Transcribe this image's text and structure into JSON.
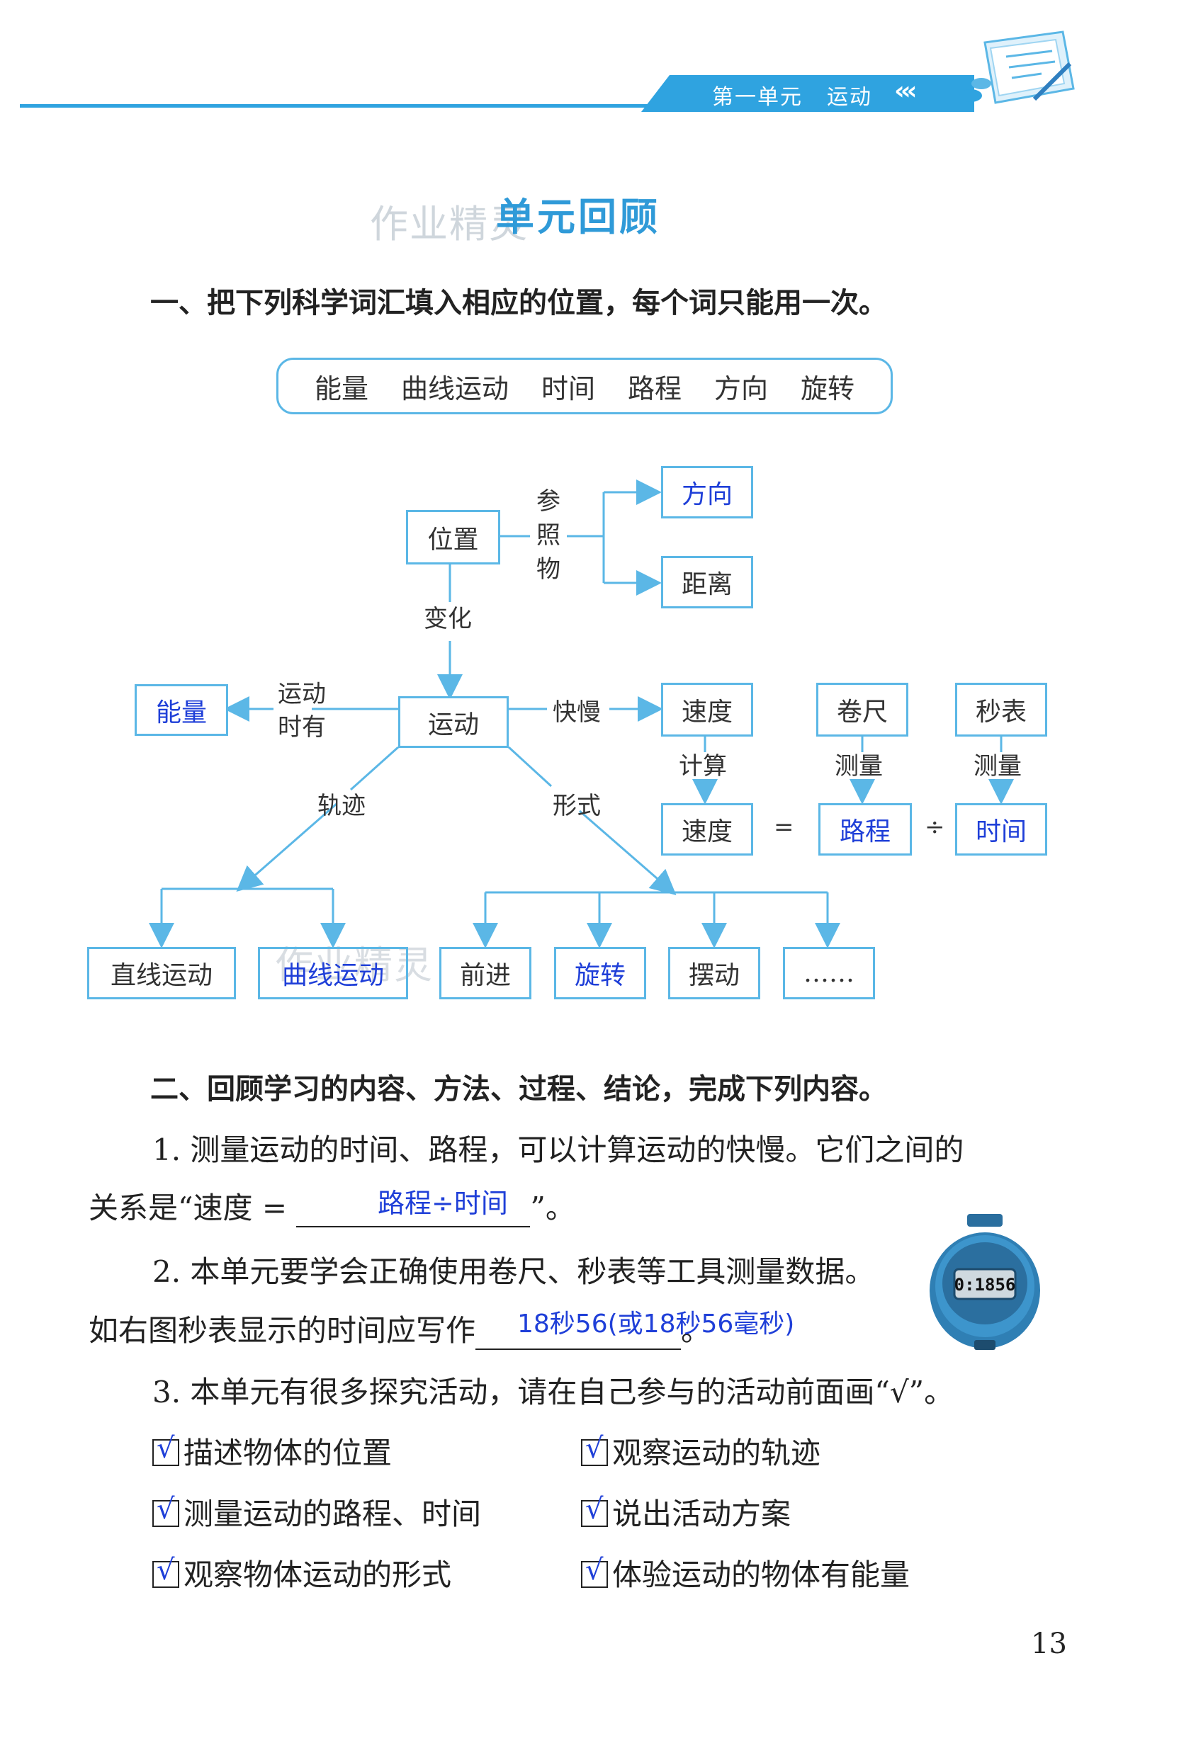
{
  "header": {
    "unit": "第一单元",
    "topic": "运动",
    "arrows": "‹‹‹"
  },
  "title": {
    "watermark": "作业精灵",
    "text": "单元回顾"
  },
  "section1": {
    "heading": "一、把下列科学词汇填入相应的位置，每个词只能用一次。",
    "words": [
      "能量",
      "曲线运动",
      "时间",
      "路程",
      "方向",
      "旋转"
    ]
  },
  "diagram": {
    "position": "位置",
    "reference": [
      "参",
      "照",
      "物"
    ],
    "direction_answer": "方向",
    "distance": "距离",
    "change": "变化",
    "motion": "运动",
    "energy_answer": "能量",
    "has_energy": [
      "运动",
      "时有"
    ],
    "fast_slow": "快慢",
    "speed": "速度",
    "tape": "卷尺",
    "stopwatch": "秒表",
    "calc": "计算",
    "measure1": "测量",
    "measure2": "测量",
    "speed2": "速度",
    "equals": "=",
    "path_answer": "路程",
    "divide": "÷",
    "time_answer": "时间",
    "trajectory": "轨迹",
    "form": "形式",
    "straight": "直线运动",
    "curve_answer": "曲线运动",
    "curve_watermark": "作业精灵",
    "forward": "前进",
    "rotate_answer": "旋转",
    "swing": "摆动",
    "etc": "……"
  },
  "section2": {
    "heading": "二、回顾学习的内容、方法、过程、结论，完成下列内容。",
    "q1_line1": "1. 测量运动的时间、路程，可以计算运动的快慢。它们之间的",
    "q1_prefix": "关系是“速度 =",
    "q1_answer": "路程÷时间",
    "q1_suffix": "”。",
    "q2_line1": "2. 本单元要学会正确使用卷尺、秒表等工具测量数据。",
    "q2_prefix": "如右图秒表显示的时间应写作",
    "q2_answer": "18秒56(或18秒56毫秒)",
    "q2_suffix": "。",
    "stopwatch_display": "0:1856",
    "q3_line": "3. 本单元有很多探究活动，请在自己参与的活动前面画“√”。",
    "checks": [
      {
        "label": "描述物体的位置",
        "tick": "√"
      },
      {
        "label": "观察运动的轨迹",
        "tick": "√"
      },
      {
        "label": "测量运动的路程、时间",
        "tick": "√"
      },
      {
        "label": "说出活动方案",
        "tick": "√"
      },
      {
        "label": "观察物体运动的形式",
        "tick": "√"
      },
      {
        "label": "体验运动的物体有能量",
        "tick": "√"
      }
    ]
  },
  "page_number": "13",
  "colors": {
    "accent": "#2fa3e0",
    "answer": "#1f3fd8",
    "box_border": "#5bb7e6"
  }
}
